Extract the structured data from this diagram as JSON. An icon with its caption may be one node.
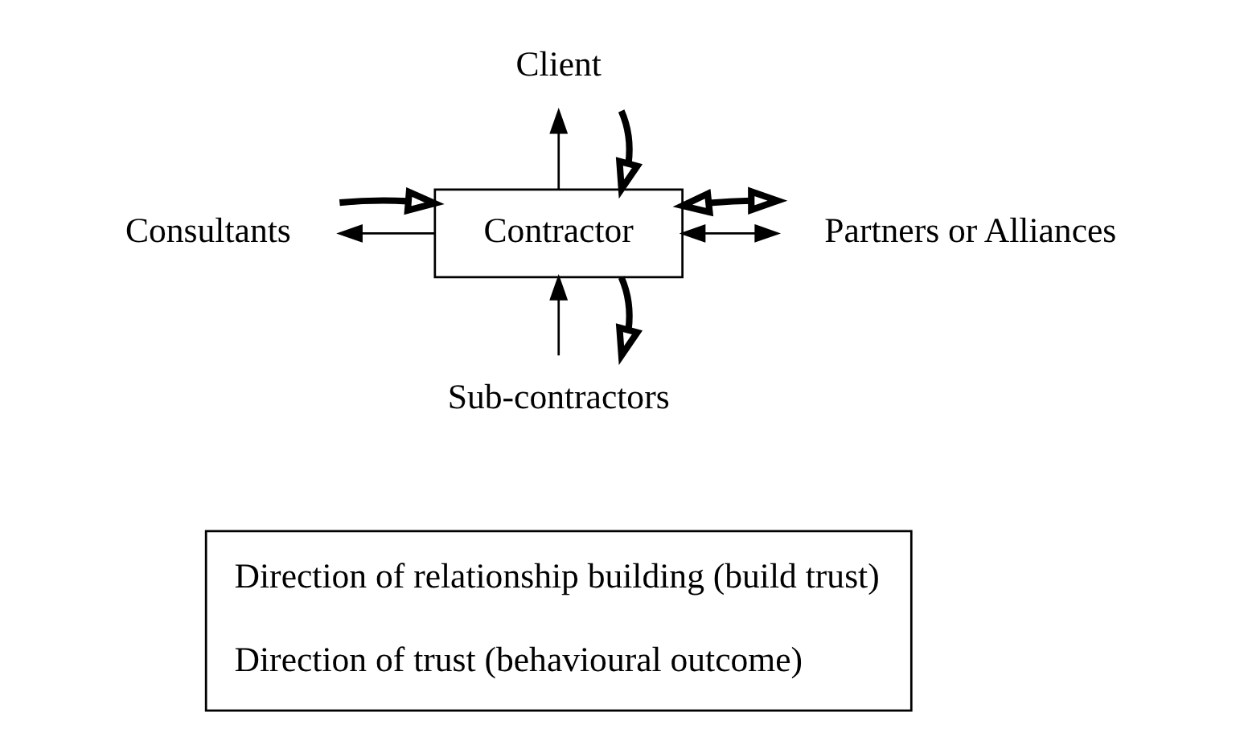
{
  "diagram": {
    "nodes": [
      {
        "text": [
          "Client"
        ]
      },
      {
        "text": [
          "Consultants"
        ]
      },
      {
        "text": [
          "Contractor"
        ]
      },
      {
        "text": [
          "Partners or Alliances"
        ]
      },
      {
        "text": [
          "Sub-contractors"
        ]
      }
    ],
    "edges": [
      {
        "from": 2,
        "to": 0,
        "arrow": "to"
      },
      {
        "from": 0,
        "to": 2,
        "arrow": "to",
        "style": "thick"
      },
      {
        "from": 2,
        "to": 1,
        "arrow": "to"
      },
      {
        "from": 1,
        "to": 2,
        "arrow": "to",
        "style": "thick"
      },
      {
        "from": 2,
        "to": 3,
        "arrow": "both"
      },
      {
        "from": 2,
        "to": 3,
        "arrow": "both",
        "style": "thick"
      },
      {
        "from": 4,
        "to": 2,
        "arrow": "to"
      },
      {
        "from": 2,
        "to": 4,
        "arrow": "to",
        "style": "thick"
      }
    ],
    "legend": [
      {
        "text": "Direction of relationship building (build trust)"
      },
      {
        "text": "Direction of trust (behavioural outcome)"
      }
    ]
  }
}
